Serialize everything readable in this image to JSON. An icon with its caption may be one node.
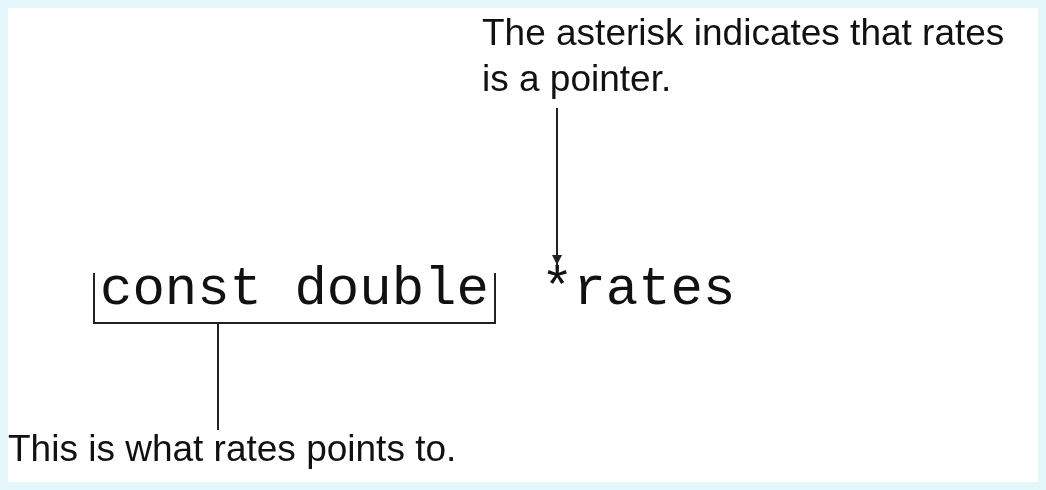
{
  "diagram": {
    "nodes": [
      {
        "text": [
          "The asterisk indicates that rates is a pointer."
        ]
      },
      {
        "text": [
          "const double"
        ]
      },
      {
        "text": [
          "*rates"
        ]
      },
      {
        "text": [
          "This is what rates points to."
        ]
      }
    ],
    "edges": [
      {
        "from": 0,
        "to": 2,
        "arrow": "to"
      },
      {
        "from": 3,
        "to": 1,
        "arrow": "none"
      }
    ]
  }
}
